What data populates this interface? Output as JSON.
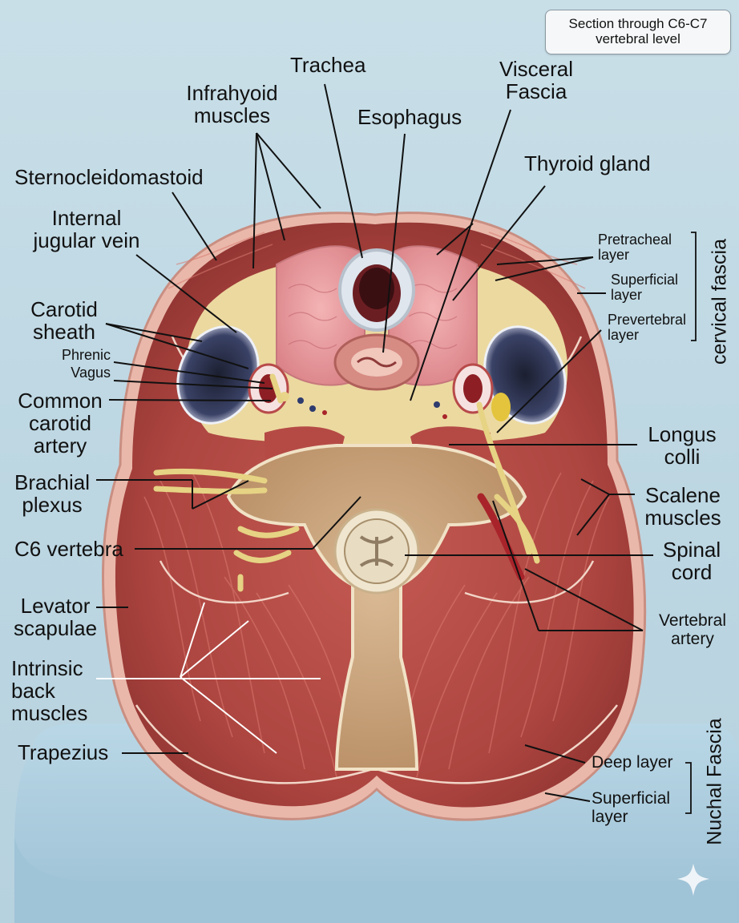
{
  "title_box": {
    "line1": "Section through C6-C7",
    "line2": "vertebral level"
  },
  "labels": {
    "trachea": "Trachea",
    "infrahyoid_1": "Infrahyoid",
    "infrahyoid_2": "muscles",
    "esophagus": "Esophagus",
    "visceral_1": "Visceral",
    "visceral_2": "Fascia",
    "thyroid": "Thyroid gland",
    "scm": "Sternocleidomastoid",
    "ijv_1": "Internal",
    "ijv_2": "jugular vein",
    "carotid_sheath_1": "Carotid",
    "carotid_sheath_2": "sheath",
    "phrenic": "Phrenic",
    "vagus": "Vagus",
    "cca_1": "Common",
    "cca_2": "carotid",
    "cca_3": "artery",
    "brachial_1": "Brachial",
    "brachial_2": "plexus",
    "c6": "C6 vertebra",
    "levator_1": "Levator",
    "levator_2": "scapulae",
    "intrinsic_1": "Intrinsic",
    "intrinsic_2": "back",
    "intrinsic_3": "muscles",
    "trapezius": "Trapezius",
    "pretracheal_1": "Pretracheal",
    "pretracheal_2": "layer",
    "superficial_1": "Superficial",
    "superficial_2": "layer",
    "prevertebral_1": "Prevertebral",
    "prevertebral_2": "layer",
    "cervical_fascia": "cervical fascia",
    "longus_1": "Longus",
    "longus_2": "colli",
    "scalene_1": "Scalene",
    "scalene_2": "muscles",
    "spinal_1": "Spinal",
    "spinal_2": "cord",
    "vertebral_1": "Vertebral",
    "vertebral_2": "artery",
    "deep_layer": "Deep layer",
    "nuchal_sup_1": "Superficial",
    "nuchal_sup_2": "layer",
    "nuchal_fascia": "Nuchal Fascia"
  },
  "colors": {
    "background": "#c2dbe6",
    "platform": "#a9cbdd",
    "skin": "#e7b5a6",
    "muscle": "#b24a45",
    "muscle_dark": "#8e3230",
    "fat": "#ecd9a0",
    "bone": "#e0c9a4",
    "nerve": "#e6d384",
    "vein": "#2e3350",
    "artery": "#a8242a",
    "thyroid": "#e99a9e"
  }
}
